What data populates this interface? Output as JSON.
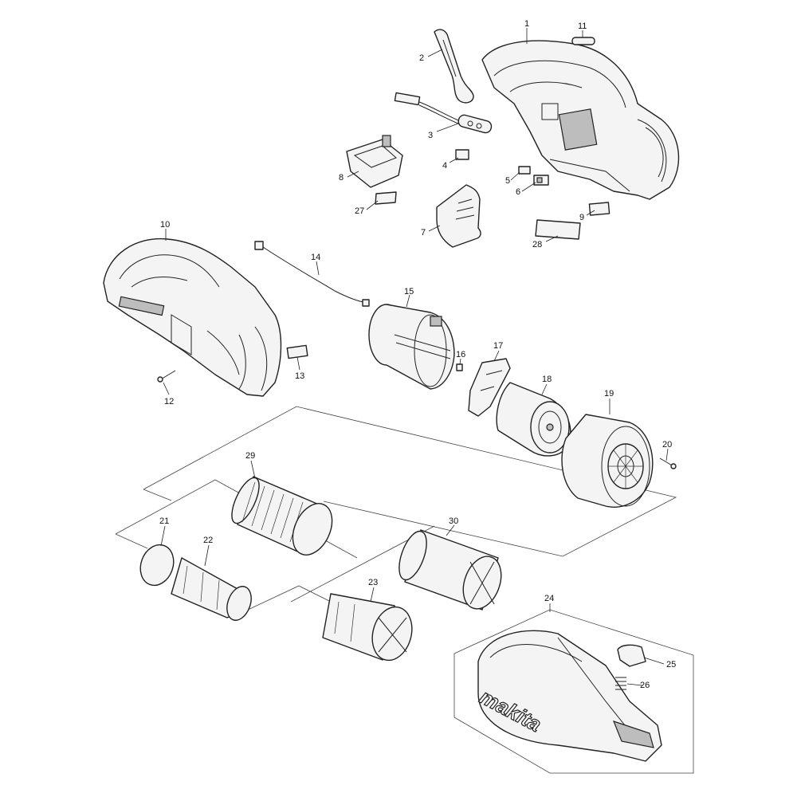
{
  "diagram": {
    "type": "exploded-parts-view",
    "part_numbers": [
      "1",
      "2",
      "3",
      "4",
      "5",
      "6",
      "7",
      "8",
      "9",
      "10",
      "11",
      "12",
      "13",
      "14",
      "15",
      "16",
      "17",
      "18",
      "19",
      "20",
      "21",
      "22",
      "23",
      "24",
      "25",
      "26",
      "27",
      "28",
      "29",
      "30"
    ],
    "brand_text": "makita"
  }
}
